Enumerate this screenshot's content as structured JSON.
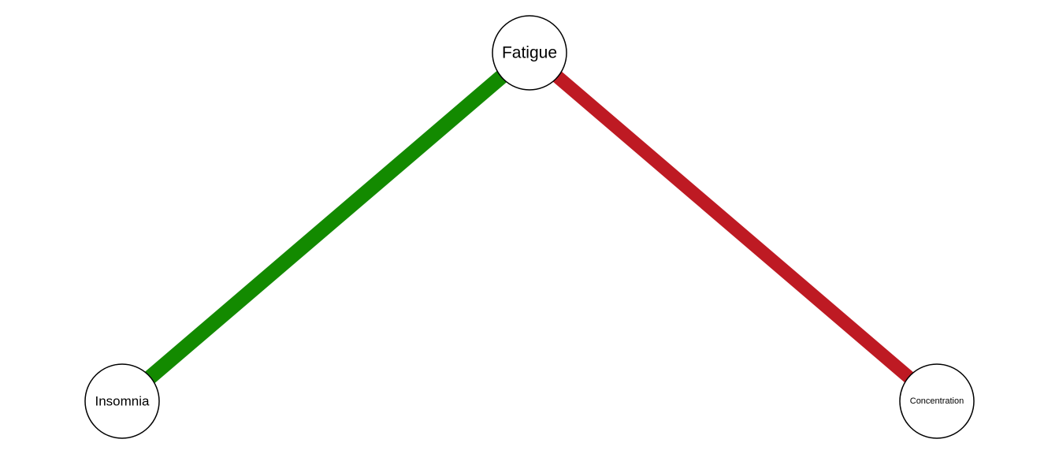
{
  "network": {
    "nodes": [
      {
        "id": "fatigue",
        "label": "Fatigue"
      },
      {
        "id": "insomnia",
        "label": "Insomnia"
      },
      {
        "id": "concentration",
        "label": "Concentration"
      }
    ],
    "edges": [
      {
        "from": "fatigue",
        "to": "insomnia",
        "color": "#138A00"
      },
      {
        "from": "fatigue",
        "to": "concentration",
        "color": "#BE1A23"
      }
    ]
  }
}
